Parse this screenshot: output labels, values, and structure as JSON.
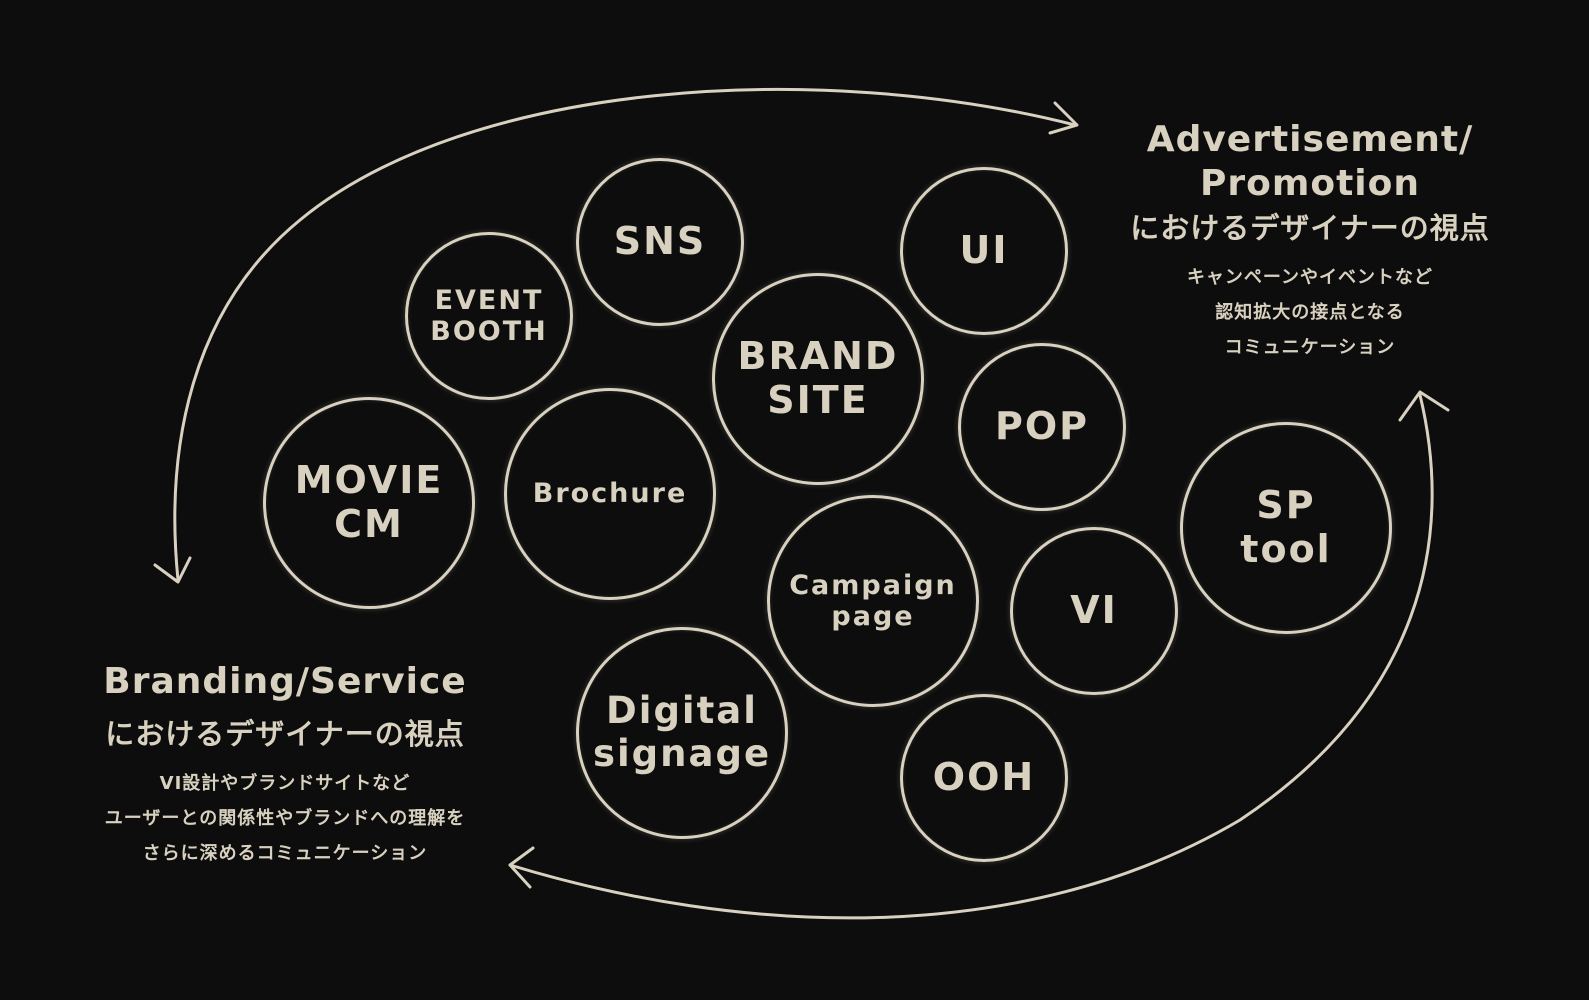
{
  "colors": {
    "background": "#0d0d0d",
    "foreground": "#d9d1c0"
  },
  "circles": [
    {
      "label": "SNS"
    },
    {
      "label": "UI"
    },
    {
      "label": "EVENT\nBOOTH"
    },
    {
      "label": "BRAND\nSITE"
    },
    {
      "label": "POP"
    },
    {
      "label": "MOVIE\nCM"
    },
    {
      "label": "Brochure"
    },
    {
      "label": "SP\ntool"
    },
    {
      "label": "Campaign\npage"
    },
    {
      "label": "VI"
    },
    {
      "label": "Digital\nsignage"
    },
    {
      "label": "OOH"
    }
  ],
  "advertisement": {
    "title_en": "Advertisement/\nPromotion",
    "title_ja": "におけるデザイナーの視点",
    "desc_lines": [
      "キャンペーンやイベントなど",
      "認知拡大の接点となる",
      "コミュニケーション"
    ]
  },
  "branding": {
    "title_en": "Branding/Service",
    "title_ja": "におけるデザイナーの視点",
    "desc_lines": [
      "VI設計やブランドサイトなど",
      "ユーザーとの関係性やブランドへの理解を",
      "さらに深めるコミュニケーション"
    ]
  },
  "icons": {
    "top_arrow": "arrow-right-icon",
    "left_arrow": "arrow-down-icon",
    "bottom_arrow": "arrow-left-icon",
    "right_arrow": "arrow-up-icon"
  }
}
